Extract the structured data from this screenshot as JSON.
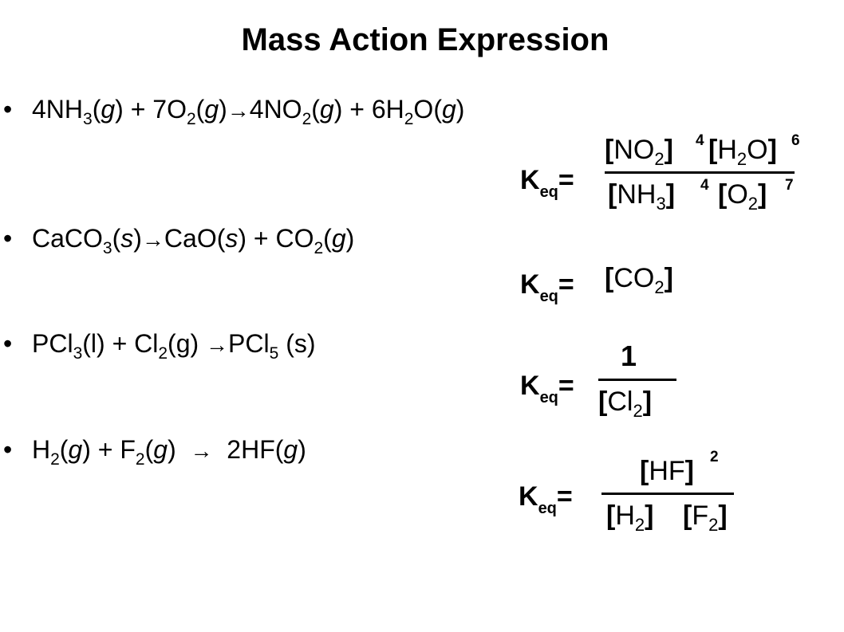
{
  "title": "Mass Action Expression",
  "bullet": "•",
  "reactions": [
    {
      "nh3": "4NH",
      "nh3_sub": "3",
      "p1": "(",
      "g1": "g",
      "p2": ") + 7O",
      "o2_sub": "2",
      "p3": "(",
      "g2": "g",
      "p4": ")",
      "arrow": "→",
      "no2": "4NO",
      "no2_sub": "2",
      "p5": "(",
      "g3": "g",
      "p6": ") + 6H",
      "h2o_sub": "2",
      "p7": "O(",
      "g4": "g",
      "p8": ")"
    },
    {
      "caco": "CaCO",
      "caco_sub": "3",
      "p1": "(",
      "s1": "s",
      "p2": ")",
      "arrow": "→",
      "cao": "CaO(",
      "s2": "s",
      "p3": ") + CO",
      "co2_sub": "2",
      "p4": "(",
      "g1": "g",
      "p5": ")"
    },
    {
      "pcl": "PCl",
      "pcl_sub": "3",
      "p1": "(l) + Cl",
      "cl_sub": "2",
      "p2": "(g) ",
      "arrow": "→",
      "pcl5": "PCl",
      "pcl5_sub": "5",
      "p3": " (s)"
    },
    {
      "h": "H",
      "h_sub": "2",
      "p1": "(",
      "g1": "g",
      "p2": ") + F",
      "f_sub": "2",
      "p3": "(",
      "g2": "g",
      "p4": ")  ",
      "arrow": "→",
      "p5": "  2HF(",
      "g3": "g",
      "p6": ")"
    }
  ],
  "keq": {
    "k": "K",
    "eq": "eq",
    "equals": "=",
    "lb": "[",
    "rb": "]",
    "one": "1",
    "k1": {
      "num1": "NO",
      "num1_sub": "2",
      "num1_exp": "4",
      "num2a": "H",
      "num2_sub": "2",
      "num2b": "O",
      "num2_exp": "6",
      "den1": "NH",
      "den1_sub": "3",
      "den1_exp": "4",
      "den2": "O",
      "den2_sub": "2",
      "den2_exp": "7"
    },
    "k2": {
      "num": "CO",
      "num_sub": "2"
    },
    "k3": {
      "den": "Cl",
      "den_sub": "2"
    },
    "k4": {
      "num": "HF",
      "num_exp": "2",
      "den1": "H",
      "den1_sub": "2",
      "den2": "F",
      "den2_sub": "2"
    }
  }
}
